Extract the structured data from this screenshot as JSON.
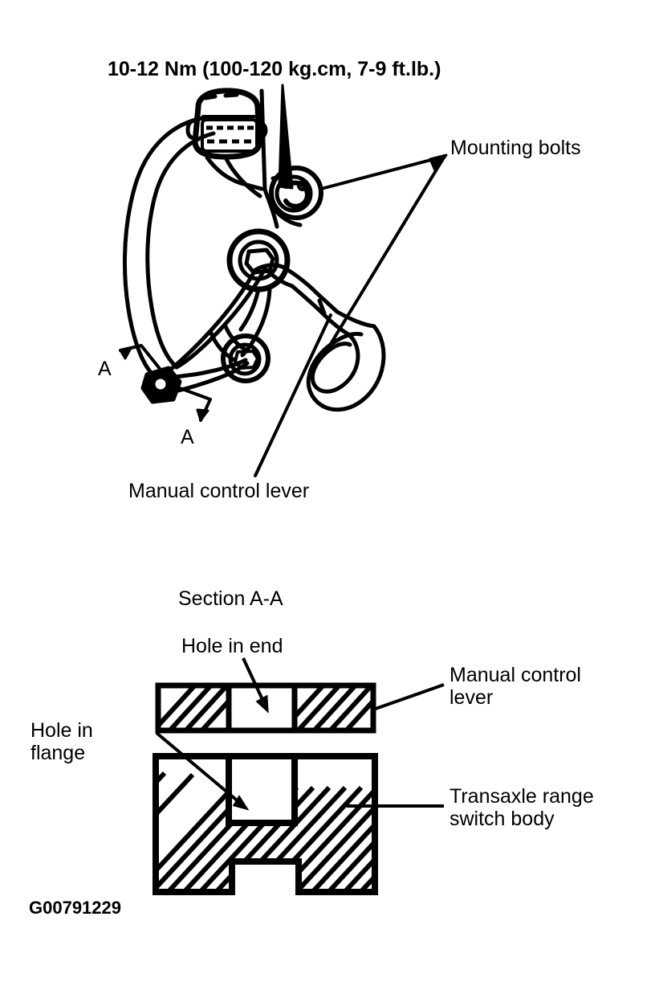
{
  "figure": {
    "id_code": "G00791229",
    "torque_spec": "10-12 Nm (100-120 kg.cm, 7-9 ft.lb.)",
    "ink_color": "#000000",
    "background_color": "#ffffff"
  },
  "main_view": {
    "labels": {
      "mounting_bolts": "Mounting bolts",
      "manual_control_lever": "Manual control lever"
    },
    "section_markers": {
      "upper": "A",
      "lower": "A"
    },
    "connector": {
      "pin_row_top_count": 6,
      "pin_row_bottom_count": 4
    }
  },
  "section_view": {
    "title": "Section A-A",
    "labels": {
      "hole_in_end": "Hole in end",
      "hole_in_flange": "Hole in\nflange",
      "manual_control_lever": "Manual control\nlever",
      "transaxle_range_switch_body": "Transaxle range\nswitch body"
    }
  }
}
